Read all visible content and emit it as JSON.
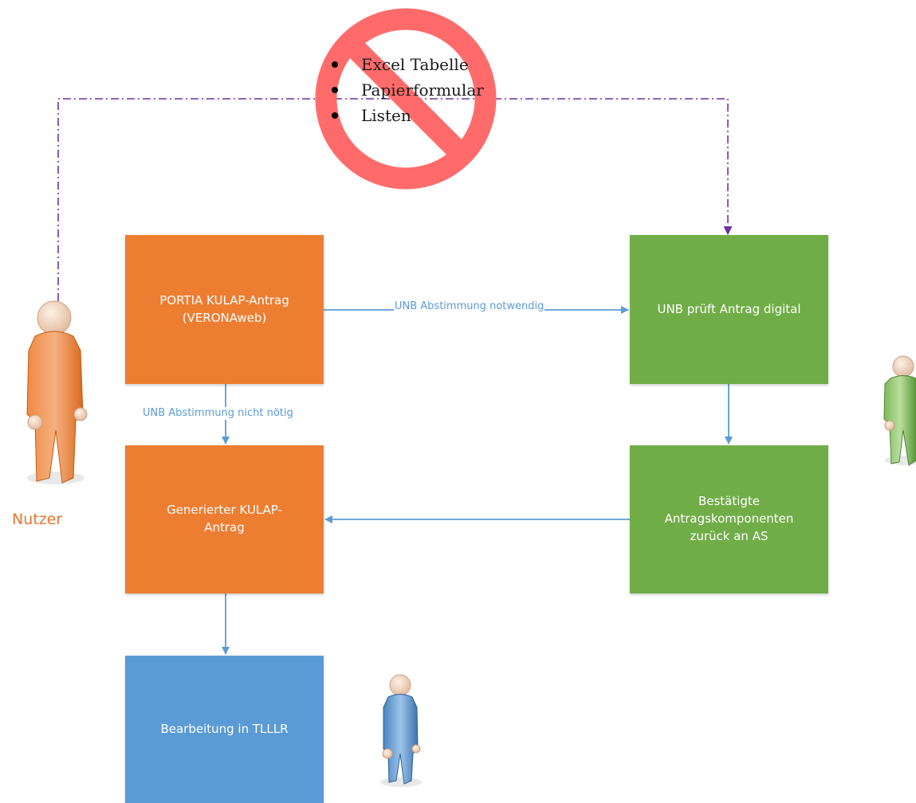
{
  "diagram": {
    "prohibited_items": [
      "Excel Tabelle",
      "Papierformular",
      "Listen"
    ],
    "boxes": {
      "portia": "PORTIA KULAP-Antrag\n(VERONAweb)",
      "unb_check": "UNB prüft Antrag digital",
      "generated": "Generierter KULAP-\nAntrag",
      "confirmed": "Bestätigte\nAntragskomponenten\nzurück an AS",
      "tlllr": "Bearbeitung in TLLLR"
    },
    "edge_labels": {
      "needed": "UNB Abstimmung notwendig",
      "not_needed": "UNB Abstimmung nicht nötig"
    },
    "actors": {
      "user_label": "Nutzer"
    },
    "colors": {
      "orange": "#ed7d31",
      "green": "#70ad47",
      "blue": "#5b9bd5",
      "arrow": "#5b9bd5",
      "dash_line": "#7030a0",
      "prohibition": "#ff6b6b",
      "user_label": "#e8762d"
    },
    "icons": [
      "prohibited-icon",
      "user-person-icon",
      "green-person-icon",
      "blue-person-icon"
    ]
  }
}
